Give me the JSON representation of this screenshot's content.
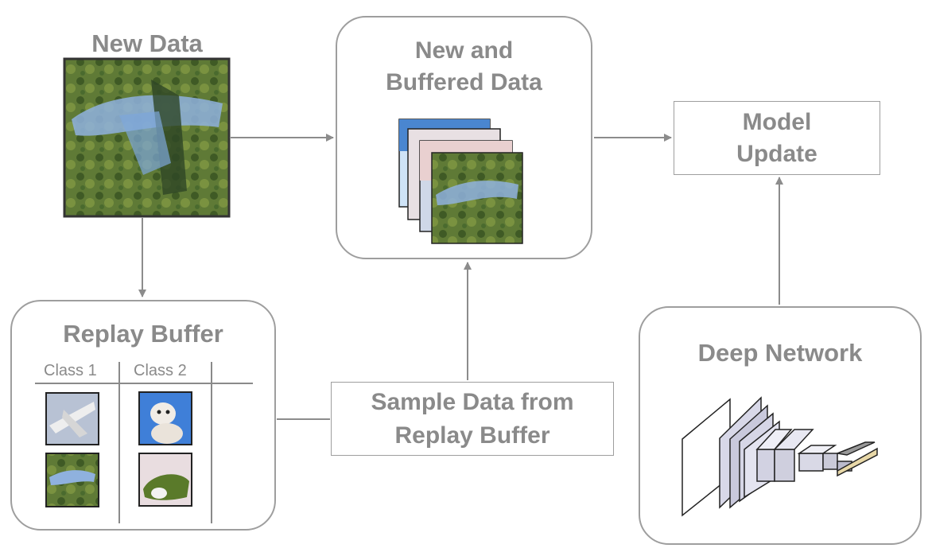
{
  "new_data": {
    "title": "New Data"
  },
  "merged": {
    "title_line1": "New and",
    "title_line2": "Buffered Data"
  },
  "model_update": {
    "line1": "Model",
    "line2": "Update"
  },
  "replay_buffer": {
    "title": "Replay Buffer",
    "columns": [
      "Class 1",
      "Class 2"
    ]
  },
  "sample": {
    "line1": "Sample Data from",
    "line2": "Replay Buffer"
  },
  "deep_network": {
    "title": "Deep Network"
  },
  "colors": {
    "text": "#8a8a8a",
    "border": "#9e9e9e",
    "arrow": "#8c8c8c",
    "grass": "#5f7a36",
    "sky": "#3a7bd5",
    "layer": "#d6d6e6"
  }
}
